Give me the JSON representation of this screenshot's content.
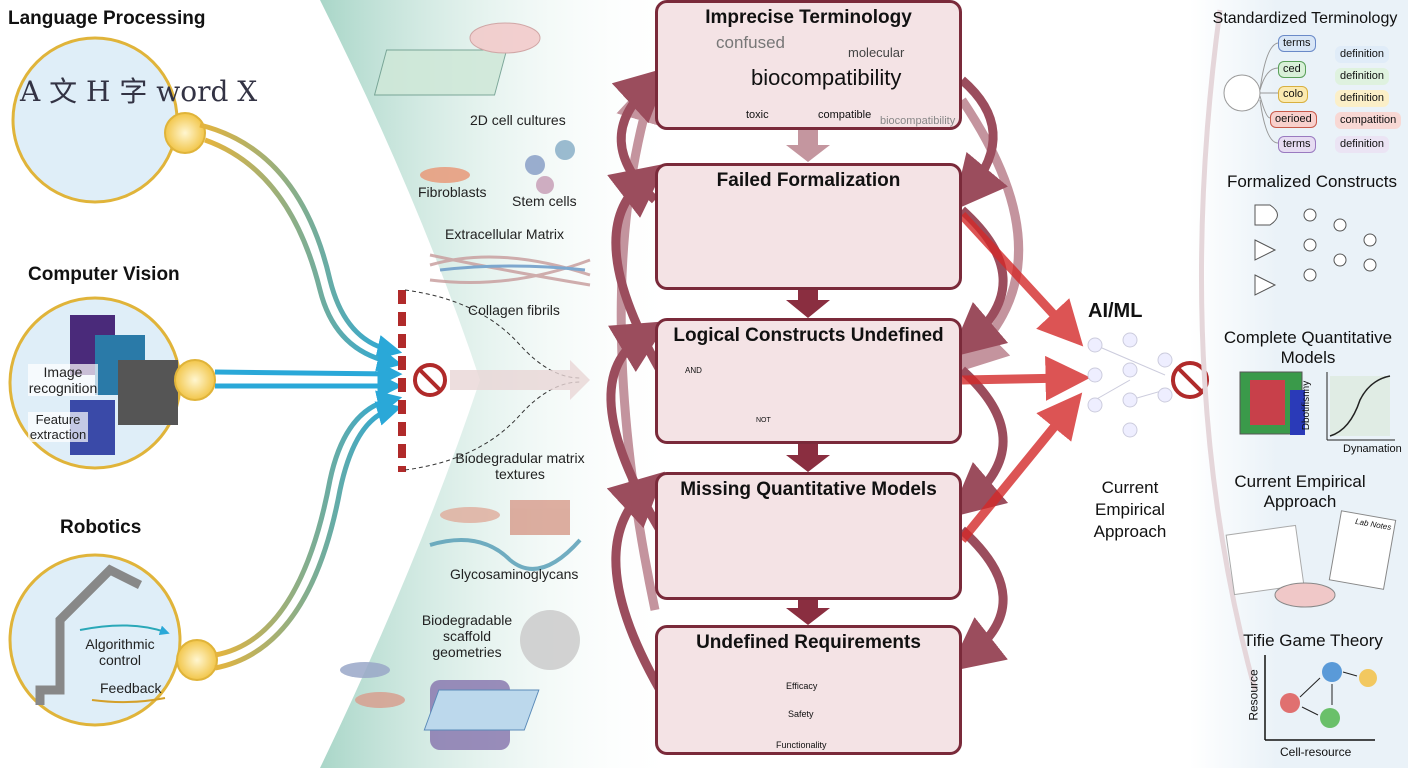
{
  "left": {
    "language": {
      "title": "Language Processing",
      "glyphs": "A 文 H 字 word X"
    },
    "vision": {
      "title": "Computer Vision",
      "image_recognition": "Image recognition",
      "feature_extraction": "Feature extraction"
    },
    "robotics": {
      "title": "Robotics",
      "algorithmic_control": "Algorithmic control",
      "feedback": "Feedback"
    }
  },
  "middle_labels": {
    "cultures": "2D cell cultures",
    "fibroblasts": "Fibroblasts",
    "stem_cells": "Stem cells",
    "ecm": "Extracellular Matrix",
    "collagen": "Collagen fibrils",
    "matrix_textures": "Biodegradular matrix textures",
    "gag": "Glycosaminoglycans",
    "scaffold": "Biodegradable scaffold geometries"
  },
  "boxes": [
    {
      "title": "Imprecise Terminology",
      "words": [
        "confused",
        "molecular",
        "biocompatibility",
        "toxic",
        "compatible",
        "biocompatibility"
      ]
    },
    {
      "title": "Failed Formalization"
    },
    {
      "title": "Logical Constructs Undefined",
      "gate_and": "AND",
      "gate_not": "NOT"
    },
    {
      "title": "Missing Quantitative Models"
    },
    {
      "title": "Undefined Requirements",
      "gauges": [
        "Efficacy",
        "Safety",
        "Functionality"
      ]
    }
  ],
  "aiml": {
    "title": "AI/ML",
    "caption": "Current Empirical Approach"
  },
  "right": {
    "standardized": {
      "title": "Standardized Terminology",
      "terms": [
        {
          "term": "terms",
          "defs": []
        },
        {
          "term": "ced",
          "defs": [
            "definition",
            "definition"
          ]
        },
        {
          "term": "colo",
          "defs": [
            "definition"
          ]
        },
        {
          "term": "oerioed",
          "defs": [
            "compatition"
          ]
        },
        {
          "term": "terms",
          "defs": [
            "definition"
          ]
        }
      ]
    },
    "formalized": {
      "title": "Formalized Constructs"
    },
    "quantitative": {
      "title": "Complete Quantitative Models",
      "xlabel": "Dynamation",
      "ylabel": "Dbotifisnny"
    },
    "empirical": {
      "title": "Current Empirical Approach",
      "notes": "Lab Notes"
    },
    "game": {
      "title": "Tifie Game Theory",
      "xlabel": "Cell-resource",
      "ylabel": "Resource"
    }
  },
  "colors": {
    "box_border": "#7a2a3a",
    "box_fill": "#f4e3e5",
    "arrow_red": "#d42a2a",
    "yellow": "#e0b43a",
    "blue": "#2aa8d8",
    "teal": "#cfe7df",
    "right_bg": "#eaf2f8"
  }
}
